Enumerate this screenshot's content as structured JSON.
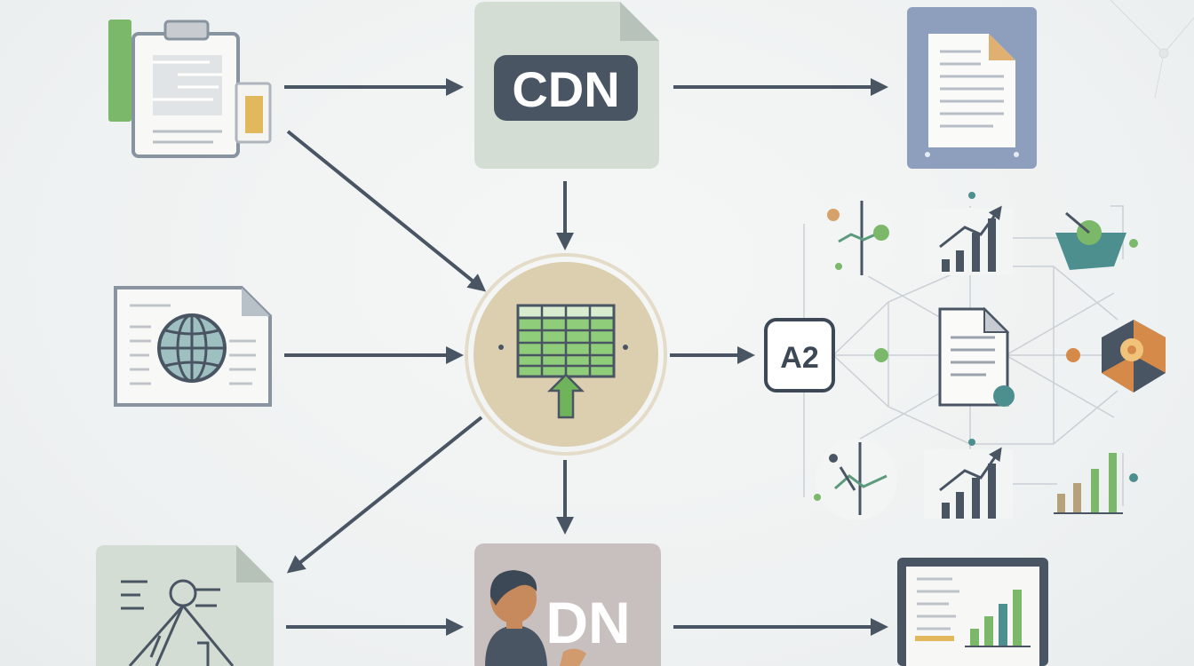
{
  "nodes": {
    "cdn_top": {
      "label": "CDN"
    },
    "a2_node": {
      "label": "A2"
    },
    "dn_bottom": {
      "label": "DN"
    }
  },
  "colors": {
    "arrow": "#4a5564",
    "sage": "#d3ddd3",
    "hub": "#dccfb0",
    "slate": "#8e9fbd",
    "taupe": "#c8c0be",
    "green": "#7cb86a",
    "orange": "#d68a4a",
    "teal": "#4d8e8e"
  }
}
